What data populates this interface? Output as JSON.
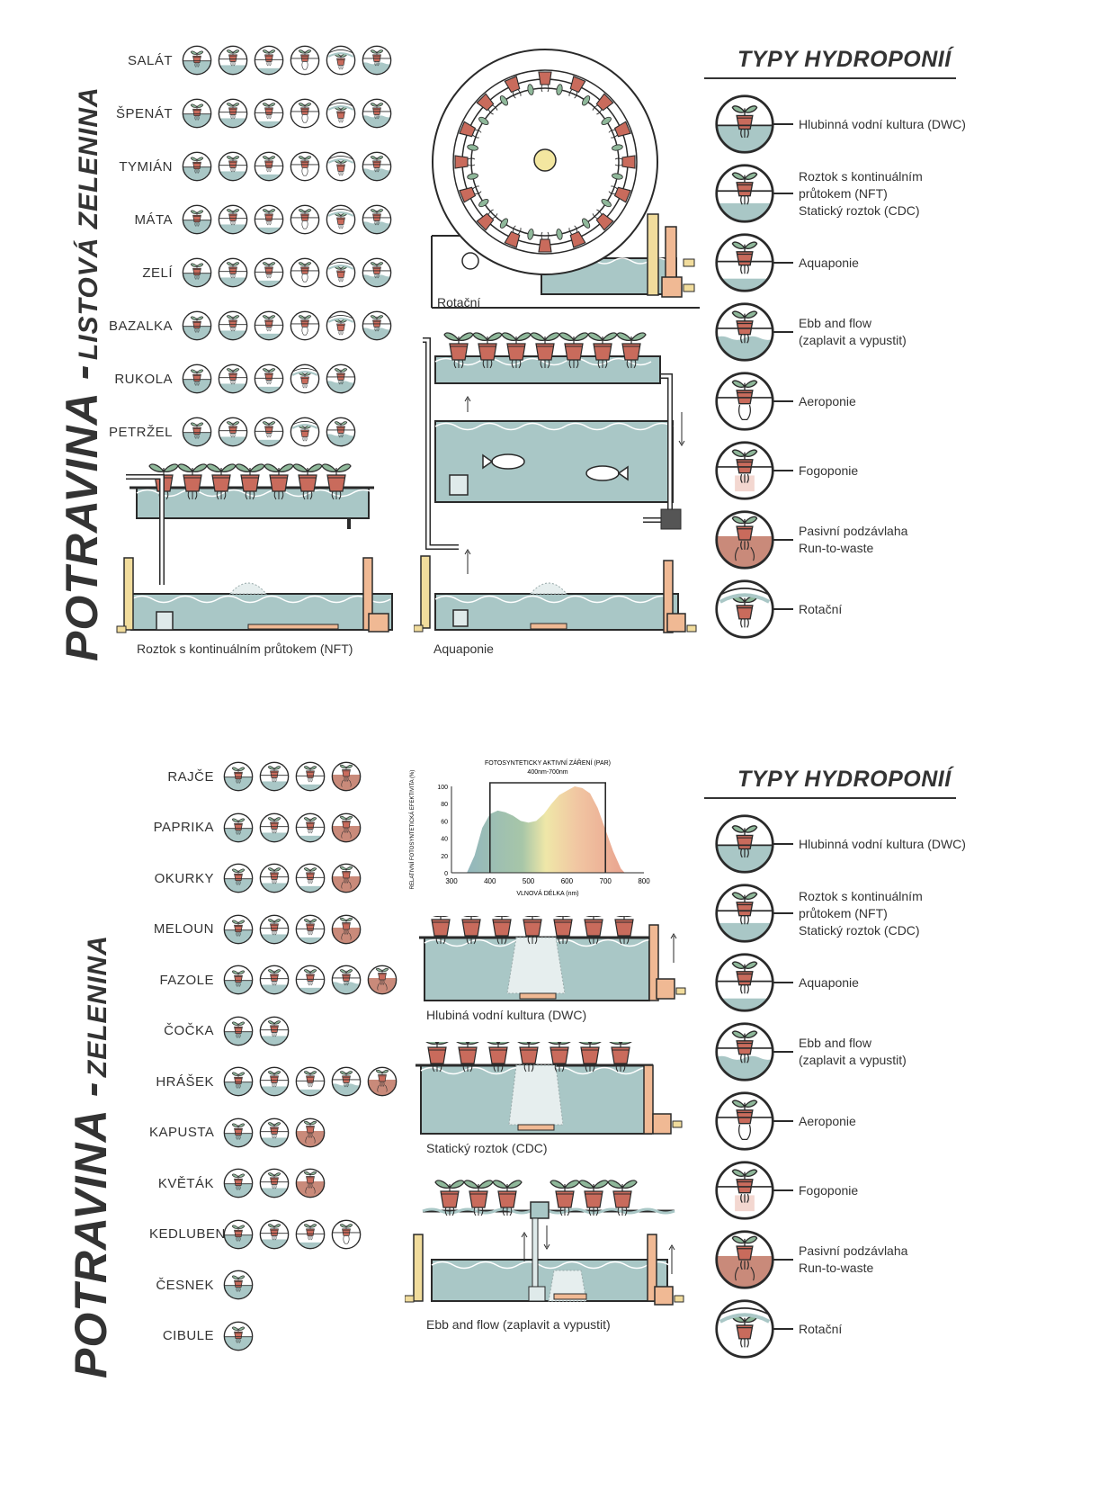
{
  "colors": {
    "water": "#a9c7c6",
    "soil": "#c98a7a",
    "pot": "#c96b5c",
    "leaf": "#8fb89a",
    "pipe_yellow": "#f1dc9c",
    "pipe_orange": "#f0b994",
    "outline": "#2a2a2a"
  },
  "section1": {
    "title_main": "POTRAVINA -",
    "title_sub": "LISTOVÁ ZELENINA",
    "plants": [
      {
        "name": "SALÁT",
        "icons": [
          "dwc",
          "nft",
          "aquaponics",
          "aeroponics",
          "rotary",
          "ebb"
        ]
      },
      {
        "name": "ŠPENÁT",
        "icons": [
          "dwc",
          "nft",
          "aquaponics",
          "aeroponics",
          "rotary",
          "ebb"
        ]
      },
      {
        "name": "TYMIÁN",
        "icons": [
          "dwc",
          "nft",
          "aquaponics",
          "aeroponics",
          "rotary",
          "ebb"
        ]
      },
      {
        "name": "MÁTA",
        "icons": [
          "dwc",
          "nft",
          "aquaponics",
          "aeroponics",
          "rotary",
          "ebb"
        ]
      },
      {
        "name": "ZELÍ",
        "icons": [
          "dwc",
          "nft",
          "aquaponics",
          "aeroponics",
          "rotary",
          "ebb"
        ]
      },
      {
        "name": "BAZALKA",
        "icons": [
          "dwc",
          "nft",
          "aquaponics",
          "aeroponics",
          "rotary",
          "ebb"
        ]
      },
      {
        "name": "RUKOLA",
        "icons": [
          "dwc",
          "nft",
          "aquaponics",
          "rotary",
          "ebb"
        ]
      },
      {
        "name": "PETRŽEL",
        "icons": [
          "dwc",
          "nft",
          "aquaponics",
          "rotary",
          "ebb"
        ]
      }
    ],
    "captions": {
      "rotary": "Rotační",
      "nft": "Roztok s kontinuálním průtokem (NFT)",
      "aquaponics": "Aquaponie"
    },
    "legend_title": "TYPY HYDROPONIÍ",
    "legend": [
      {
        "icon": "dwc",
        "lines": [
          "Hlubinná vodní kultura (DWC)"
        ]
      },
      {
        "icon": "nft",
        "lines": [
          "Roztok s kontinuálním",
          "průtokem (NFT)",
          "Statický roztok (CDC)"
        ]
      },
      {
        "icon": "aquaponics",
        "lines": [
          "Aquaponie"
        ]
      },
      {
        "icon": "ebb",
        "lines": [
          "Ebb and flow",
          "(zaplavit a vypustit)"
        ]
      },
      {
        "icon": "aeroponics",
        "lines": [
          "Aeroponie"
        ]
      },
      {
        "icon": "fogponics",
        "lines": [
          "Fogoponie"
        ]
      },
      {
        "icon": "passive",
        "lines": [
          "Pasivní podzávlaha",
          "Run-to-waste"
        ]
      },
      {
        "icon": "rotary",
        "lines": [
          "Rotační"
        ]
      }
    ]
  },
  "section2": {
    "title_main": "POTRAVINA -",
    "title_sub": "ZELENINA",
    "plants": [
      {
        "name": "RAJČE",
        "icons": [
          "dwc",
          "nft",
          "aquaponics",
          "passive"
        ]
      },
      {
        "name": "PAPRIKA",
        "icons": [
          "dwc",
          "nft",
          "aquaponics",
          "passive"
        ]
      },
      {
        "name": "OKURKY",
        "icons": [
          "dwc",
          "nft",
          "aquaponics",
          "passive"
        ]
      },
      {
        "name": "MELOUN",
        "icons": [
          "dwc",
          "nft",
          "aquaponics",
          "passive"
        ]
      },
      {
        "name": "FAZOLE",
        "icons": [
          "dwc",
          "nft",
          "aquaponics",
          "ebb",
          "passive"
        ]
      },
      {
        "name": "ČOČKA",
        "icons": [
          "dwc",
          "nft"
        ]
      },
      {
        "name": "HRÁŠEK",
        "icons": [
          "dwc",
          "nft",
          "aquaponics",
          "ebb",
          "passive"
        ]
      },
      {
        "name": "KAPUSTA",
        "icons": [
          "dwc",
          "nft",
          "passive"
        ]
      },
      {
        "name": "KVĚTÁK",
        "icons": [
          "dwc",
          "nft",
          "passive"
        ]
      },
      {
        "name": "KEDLUBEN",
        "icons": [
          "dwc",
          "nft",
          "aquaponics",
          "aeroponics"
        ]
      },
      {
        "name": "ČESNEK",
        "icons": [
          "dwc"
        ]
      },
      {
        "name": "CIBULE",
        "icons": [
          "dwc"
        ]
      }
    ],
    "captions": {
      "dwc": "Hlubiná vodní kultura (DWC)",
      "cdc": "Statický roztok (CDC)",
      "ebb": "Ebb and flow (zaplavit a vypustit)"
    },
    "legend_title": "TYPY HYDROPONIÍ",
    "legend": [
      {
        "icon": "dwc",
        "lines": [
          "Hlubinná vodní kultura (DWC)"
        ]
      },
      {
        "icon": "nft",
        "lines": [
          "Roztok s kontinuálním",
          "průtokem (NFT)",
          "Statický roztok (CDC)"
        ]
      },
      {
        "icon": "aquaponics",
        "lines": [
          "Aquaponie"
        ]
      },
      {
        "icon": "ebb",
        "lines": [
          "Ebb and flow",
          "(zaplavit a vypustit)"
        ]
      },
      {
        "icon": "aeroponics",
        "lines": [
          "Aeroponie"
        ]
      },
      {
        "icon": "fogponics",
        "lines": [
          "Fogoponie"
        ]
      },
      {
        "icon": "passive",
        "lines": [
          "Pasivní podzávlaha",
          "Run-to-waste"
        ]
      },
      {
        "icon": "rotary",
        "lines": [
          "Rotační"
        ]
      }
    ],
    "chart_data": {
      "type": "area",
      "title": "FOTOSYNTETICKY AKTIVNÍ ZÁŘENÍ (PAR)",
      "subtitle": "400nm-700nm",
      "xlabel": "VLNOVÁ DÉLKA (nm)",
      "ylabel": "RELATIVNÍ FOTOSYNTETICKÁ EFEKTIVITA (%)",
      "xlim": [
        300,
        800
      ],
      "ylim": [
        0,
        100
      ],
      "x_ticks": [
        300,
        400,
        500,
        600,
        700,
        800
      ],
      "y_ticks": [
        0,
        20,
        40,
        60,
        80,
        100
      ],
      "par_range": [
        400,
        700
      ],
      "x": [
        340,
        360,
        380,
        400,
        420,
        440,
        460,
        480,
        500,
        520,
        540,
        560,
        580,
        600,
        620,
        640,
        660,
        680,
        700,
        720,
        740,
        750
      ],
      "y": [
        0,
        20,
        52,
        68,
        72,
        70,
        66,
        60,
        58,
        60,
        68,
        80,
        90,
        95,
        100,
        98,
        92,
        75,
        50,
        25,
        5,
        0
      ]
    }
  }
}
